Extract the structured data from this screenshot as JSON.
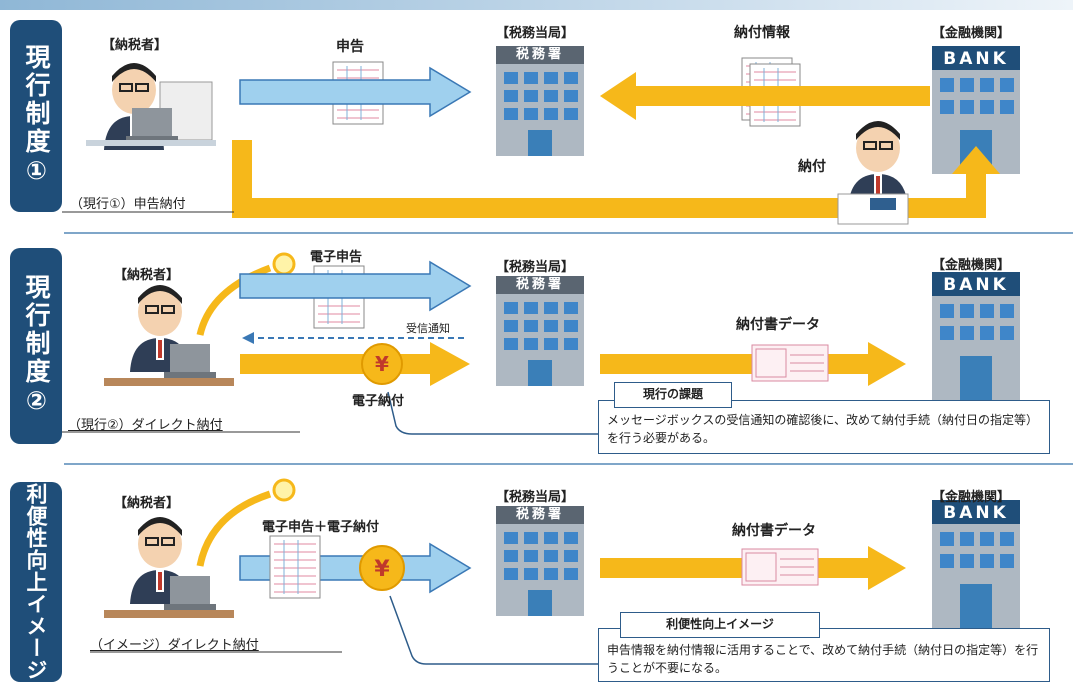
{
  "rows": [
    {
      "tab": "現行制度①",
      "taxpayer": "【納税者】",
      "authority": "【税務当局】",
      "office_sign": "税務署",
      "bank_org": "【金融機関】",
      "bank_sign": "BANK",
      "arrow_label": "申告",
      "info_label": "納付情報",
      "pay_label": "納付",
      "caption": "（現行①）申告納付"
    },
    {
      "tab": "現行制度②",
      "taxpayer": "【納税者】",
      "authority": "【税務当局】",
      "office_sign": "税務署",
      "bank_org": "【金融機関】",
      "bank_sign": "BANK",
      "arrow_label": "電子申告",
      "notice_label": "受信通知",
      "epay_label": "電子納付",
      "data_label": "納付書データ",
      "yen_symbol": "¥",
      "caption": "（現行②）ダイレクト納付",
      "note_title": "現行の課題",
      "note_text": "メッセージボックスの受信通知の確認後に、改めて納付手続（納付日の指定等）を行う必要がある。"
    },
    {
      "tab": "利便性向上イメージ",
      "taxpayer": "【納税者】",
      "authority": "【税務当局】",
      "office_sign": "税務署",
      "bank_org": "【金融機関】",
      "bank_sign": "BANK",
      "arrow_label": "電子申告＋電子納付",
      "data_label": "納付書データ",
      "yen_symbol": "¥",
      "caption": "（イメージ）ダイレクト納付",
      "note_title": "利便性向上イメージ",
      "note_text": "申告情報を納付情報に活用することで、改めて納付手続（納付日の指定等）を行うことが不要になる。"
    }
  ],
  "colors": {
    "tab_bg": "#1f4e79",
    "arrow_blue": "#9fd0ee",
    "arrow_blue_stroke": "#3a78b5",
    "arrow_yellow": "#f6b81a",
    "building_gray": "#9aa6b2",
    "window_blue": "#3f86c9"
  }
}
